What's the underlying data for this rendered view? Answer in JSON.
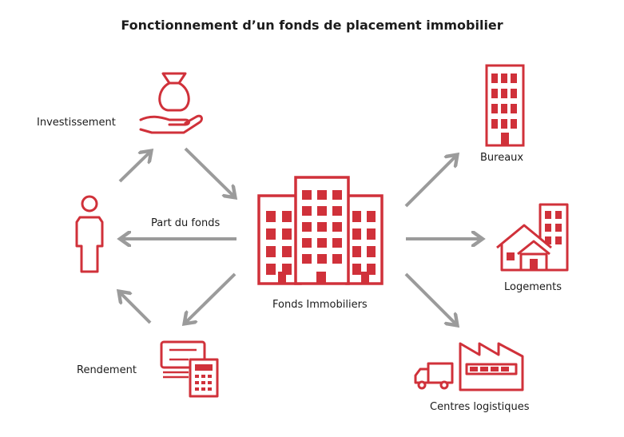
{
  "title": "Fonctionnement d’un fonds de placement immobilier",
  "colors": {
    "accent": "#d0313a",
    "arrow": "#9b9b9b",
    "text": "#1c1c1c"
  },
  "labels": {
    "investissement": "Investissement",
    "part_du_fonds": "Part du fonds",
    "rendement": "Rendement",
    "fonds": "Fonds Immobiliers",
    "bureaux": "Bureaux",
    "logements": "Logements",
    "centres": "Centres logistiques"
  },
  "icons": {
    "investissement": "money-bag-hand-icon",
    "investor": "person-icon",
    "rendement": "cash-calculator-icon",
    "fonds": "buildings-icon",
    "bureaux": "office-building-icon",
    "logements": "houses-icon",
    "centres": "factory-truck-icon"
  }
}
